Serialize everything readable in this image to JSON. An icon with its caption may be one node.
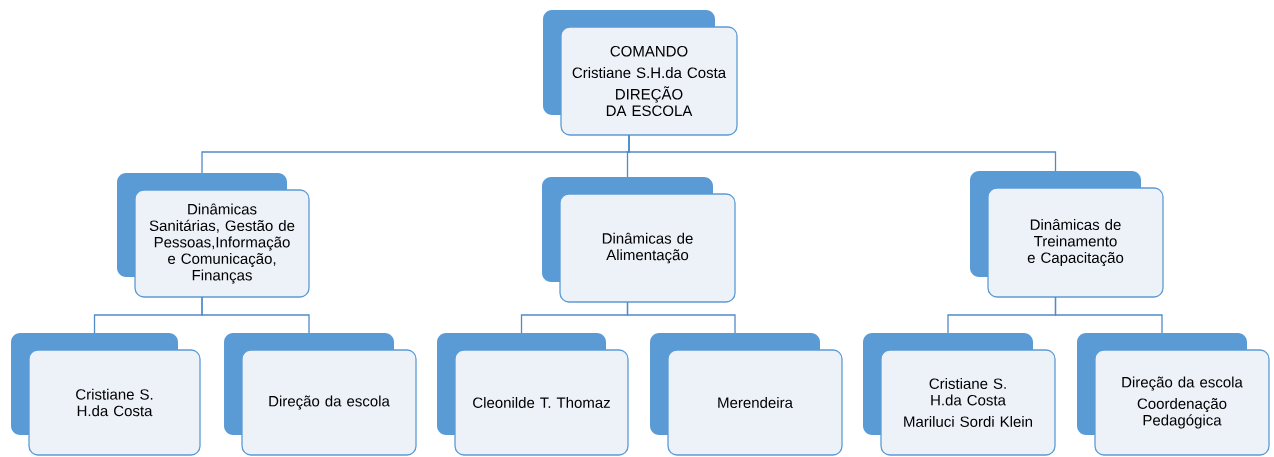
{
  "diagram": {
    "nodes": [
      {
        "text": [
          "COMANDO",
          "Cristiane S.H.da Costa",
          "DIREÇÃO DA ESCOLA"
        ]
      },
      {
        "text": [
          "Dinâmicas Sanitárias, Gestão de Pessoas,Informação e Comunicação, Finanças"
        ]
      },
      {
        "text": [
          "Dinâmicas de Alimentação"
        ]
      },
      {
        "text": [
          "Dinâmicas de Treinamento e Capacitação"
        ]
      },
      {
        "text": [
          "Cristiane S. H.da Costa"
        ]
      },
      {
        "text": [
          "Direção da escola"
        ]
      },
      {
        "text": [
          "Cleonilde T. Thomaz"
        ]
      },
      {
        "text": [
          "Merendeira"
        ]
      },
      {
        "text": [
          "Cristiane S. H.da Costa",
          "Mariluci Sordi Klein"
        ]
      },
      {
        "text": [
          "Direção da escola",
          "Coordenação Pedagógica"
        ]
      }
    ],
    "edges": [
      {
        "from": 0,
        "to": 1,
        "arrow": "none"
      },
      {
        "from": 0,
        "to": 2,
        "arrow": "none"
      },
      {
        "from": 0,
        "to": 3,
        "arrow": "none"
      },
      {
        "from": 1,
        "to": 4,
        "arrow": "none"
      },
      {
        "from": 1,
        "to": 5,
        "arrow": "none"
      },
      {
        "from": 2,
        "to": 6,
        "arrow": "none"
      },
      {
        "from": 2,
        "to": 7,
        "arrow": "none"
      },
      {
        "from": 3,
        "to": 8,
        "arrow": "none"
      },
      {
        "from": 3,
        "to": 9,
        "arrow": "none"
      }
    ]
  }
}
